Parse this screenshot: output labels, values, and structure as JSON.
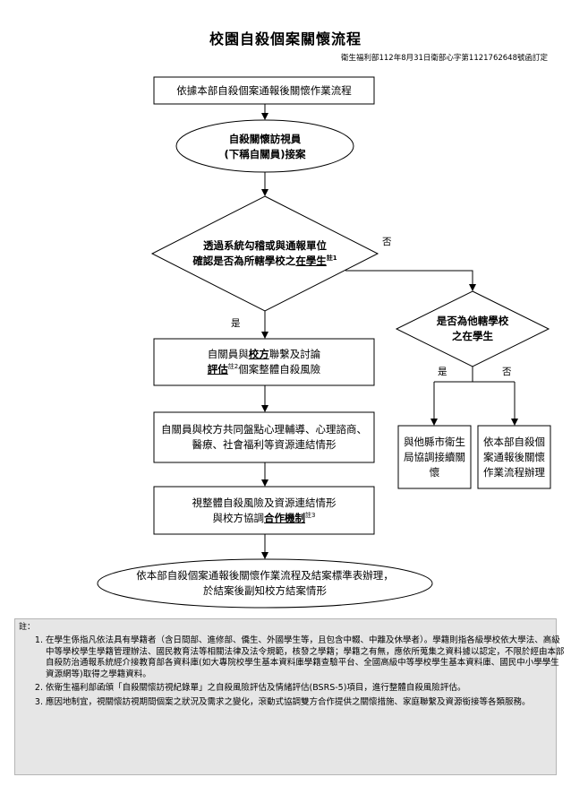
{
  "title": "校園自殺個案關懷流程",
  "subtitle": "衛生福利部112年8月31日衛部心字第1121762648號函訂定",
  "nodes": {
    "start": "依據本部自殺個案通報後關懷作業流程",
    "receive_line1": "自殺關懷訪視員",
    "receive_line2": "(下稱自關員)接案",
    "decision1_line1": "透過系統勾稽或與通報單位",
    "decision1_line2_pre": "確認是否為所轄學校之",
    "decision1_line2_u": "在學生",
    "decision1_sup": "註1",
    "step1_pre": "自關員與",
    "step1_u1": "校方",
    "step1_mid": "聯繫及討論",
    "step1_u2": "評估",
    "step1_sup": "註2",
    "step1_post": "個案整體自殺風險",
    "step2": "自關員與校方共同盤點心理輔導、心理諮商、醫療、社會福利等資源連結情形",
    "step3_line1": "視整體自殺風險及資源連結情形",
    "step3_pre": "與校方協調",
    "step3_u": "合作機制",
    "step3_sup": "註3",
    "end_line1": "依本部自殺個案通報後關懷作業流程及結案標準表辦理，",
    "end_line2": "於結案後副知校方結案情形",
    "decision2_line1": "是否為他轄學校",
    "decision2_line2": "之在學生",
    "other_yes": "與他縣市衛生局協調接續關懷",
    "other_no": "依本部自殺個案通報後關懷作業流程辦理"
  },
  "labels": {
    "yes1": "是",
    "no1": "否",
    "yes2": "是",
    "no2": "否"
  },
  "notes": {
    "heading": "註：",
    "items": [
      "在學生係指凡依法具有學籍者（含日間部、進修部、僑生、外國學生等，且包含中輟、中離及休學者）。學籍則指各級學校依大學法、高級中等學校學生學籍管理辦法、國民教育法等相關法律及法令規範，核發之學籍；學籍之有無，應依所蒐集之資料據以認定，不限於經由本部自殺防治通報系統經介接教育部各資料庫(如大專院校學生基本資料庫學籍查驗平台、全國高級中等學校學生基本資料庫、國民中小學學生資源網等)取得之學籍資料。",
      "依衛生福利部函頒「自殺關懷訪視紀錄單」之自殺風險評估及情緒評估(BSRS-5)項目，進行整體自殺風險評估。",
      "應因地制宜，視關懷訪視期間個案之狀況及需求之變化，滾動式協調雙方合作提供之關懷措施、家庭聯繫及資源銜接等各類服務。"
    ]
  },
  "colors": {
    "stroke": "#000000",
    "notes_bg": "#e6e6e6"
  }
}
